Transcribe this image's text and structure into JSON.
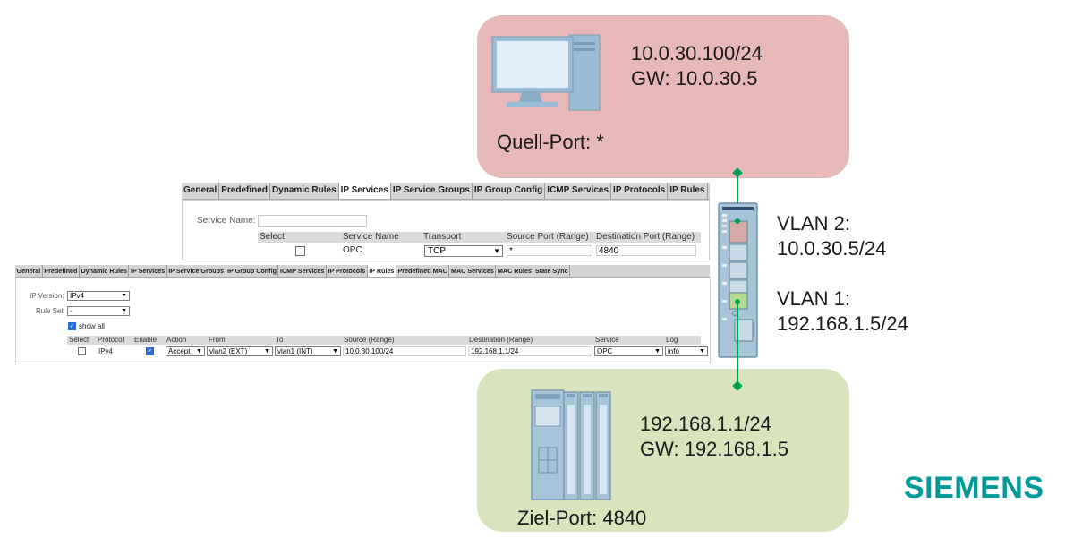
{
  "pc_box": {
    "ip": "10.0.30.100/24",
    "gw": "GW: 10.0.30.5",
    "port": "Quell-Port: *"
  },
  "plc_box": {
    "ip": "192.168.1.1/24",
    "gw": "GW: 192.168.1.5",
    "port": "Ziel-Port: 4840"
  },
  "vlan2": {
    "name": "VLAN 2:",
    "ip": "10.0.30.5/24"
  },
  "vlan1": {
    "name": "VLAN 1:",
    "ip": "192.168.1.5/24"
  },
  "logo": "SIEMENS",
  "services_panel": {
    "tabs": [
      "General",
      "Predefined",
      "Dynamic Rules",
      "IP Services",
      "IP Service Groups",
      "IP Group Config",
      "ICMP Services",
      "IP Protocols",
      "IP Rules"
    ],
    "active_tab": "IP Services",
    "service_name_label": "Service Name:",
    "headers": [
      "Select",
      "Service Name",
      "Transport",
      "Source Port (Range)",
      "Destination Port (Range)"
    ],
    "row": {
      "service_name": "OPC",
      "transport": "TCP",
      "source_port": "*",
      "destination_port": "4840"
    }
  },
  "rules_panel": {
    "tabs": [
      "General",
      "Predefined",
      "Dynamic Rules",
      "IP Services",
      "IP Service Groups",
      "IP Group Config",
      "ICMP Services",
      "IP Protocols",
      "IP Rules",
      "Predefined MAC",
      "MAC Services",
      "MAC Rules",
      "State Sync"
    ],
    "active_tab": "IP Rules",
    "ip_version_label": "IP Version:",
    "ip_version_value": "IPv4",
    "rule_set_label": "Rule Set:",
    "rule_set_value": "-",
    "show_all_label": "show all",
    "headers": [
      "Select",
      "Protocol",
      "Enable",
      "Action",
      "From",
      "To",
      "Source (Range)",
      "Destination (Range)",
      "Service",
      "Log"
    ],
    "row": {
      "protocol": "IPv4",
      "action": "Accept",
      "from": "vlan2 (EXT)",
      "to": "vlan1 (INT)",
      "source": "10.0.30.100/24",
      "destination": "192.168.1.1/24",
      "service": "OPC",
      "log": "info"
    }
  },
  "colors": {
    "pc_zone": "#e6b9b8",
    "plc_zone": "#d7e4bd",
    "link": "#00a050",
    "logo": "#009999"
  }
}
